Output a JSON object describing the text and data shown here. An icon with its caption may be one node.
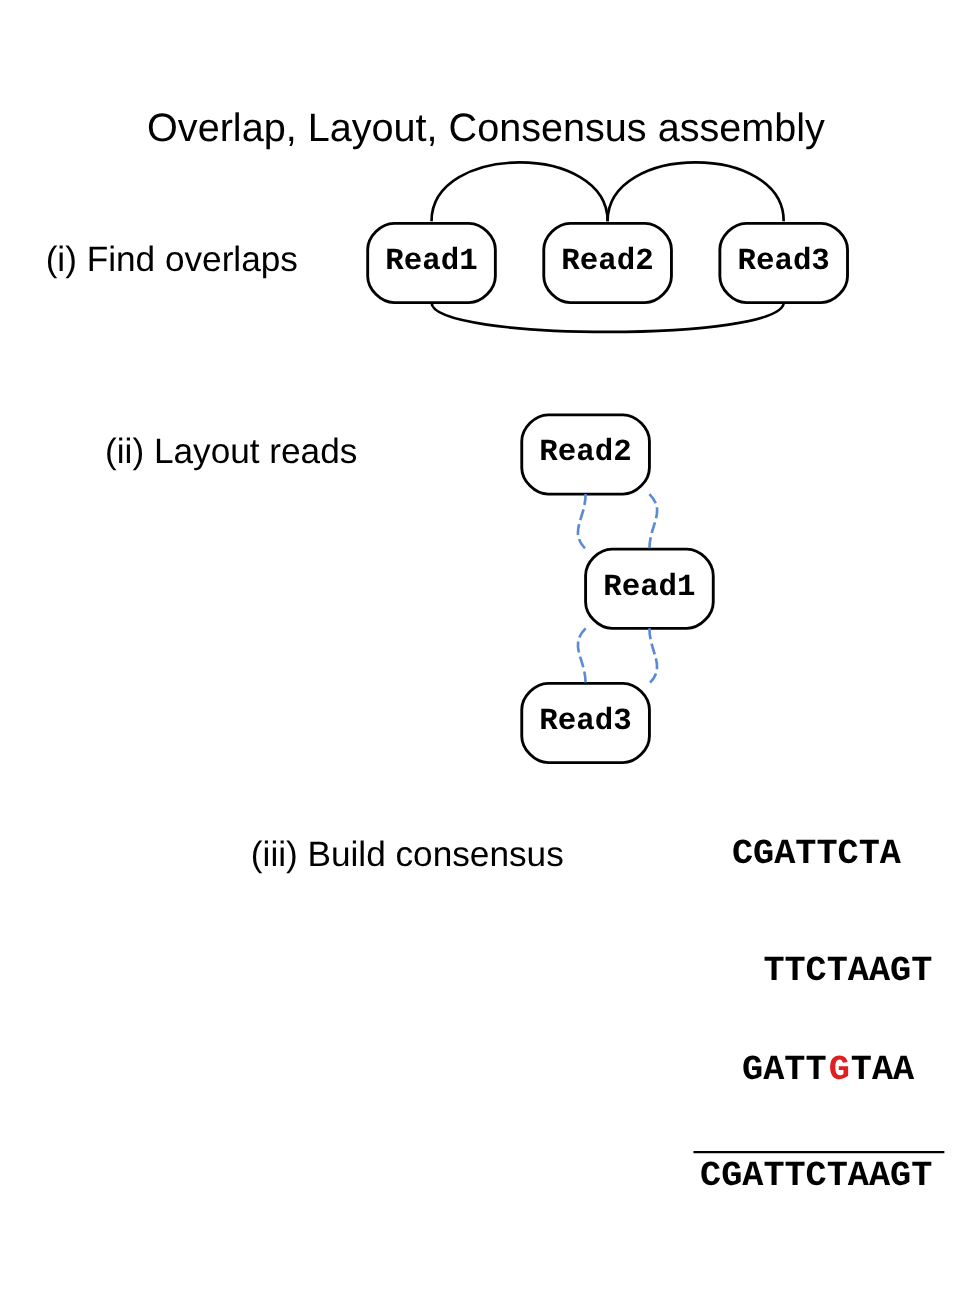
{
  "diagram": {
    "title": "Overlap, Layout, Consensus assembly",
    "nodes": [
      {
        "text": [
          "Read1"
        ]
      },
      {
        "text": [
          "Read2"
        ]
      },
      {
        "text": [
          "Read3"
        ]
      },
      {
        "text": [
          "Read2"
        ]
      },
      {
        "text": [
          "Read1"
        ]
      },
      {
        "text": [
          "Read3"
        ]
      }
    ],
    "edges": [
      {
        "from": 0,
        "to": 1,
        "arrow": "none",
        "color": "#000000"
      },
      {
        "from": 1,
        "to": 2,
        "arrow": "none",
        "color": "#000000"
      },
      {
        "from": 0,
        "to": 2,
        "arrow": "none",
        "color": "#000000"
      },
      {
        "from": 3,
        "to": 4,
        "arrow": "none",
        "style": "dashed",
        "color": "#5b8bd6"
      },
      {
        "from": 3,
        "to": 4,
        "arrow": "none",
        "style": "dashed",
        "color": "#5b8bd6"
      },
      {
        "from": 4,
        "to": 5,
        "arrow": "none",
        "style": "dashed",
        "color": "#5b8bd6"
      },
      {
        "from": 4,
        "to": 5,
        "arrow": "none",
        "style": "dashed",
        "color": "#5b8bd6"
      }
    ],
    "labels": [
      "(i) Find overlaps",
      "(ii) Layout reads",
      "(iii) Build consensus",
      "CGATTCTA",
      "TTCTAAGT",
      "GATTGTAA",
      "CGATTCTAAGT"
    ]
  }
}
